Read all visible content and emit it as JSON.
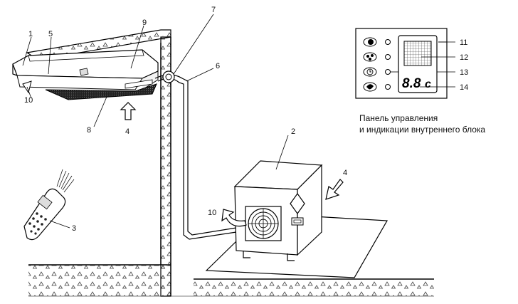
{
  "callouts": {
    "c1": "1",
    "c2": "2",
    "c3": "3",
    "c4a": "4",
    "c4b": "4",
    "c5": "5",
    "c6": "6",
    "c7": "7",
    "c8": "8",
    "c9": "9",
    "c10a": "10",
    "c10b": "10",
    "c11": "11",
    "c12": "12",
    "c13": "13",
    "c14": "14"
  },
  "panel": {
    "caption_line1": "Панель управления",
    "caption_line2": "и индикации внутреннего блока",
    "display_text": "8.8",
    "display_unit": "c",
    "icons": [
      "power-icon",
      "fan-icon",
      "timer-icon",
      "mode-icon"
    ]
  }
}
